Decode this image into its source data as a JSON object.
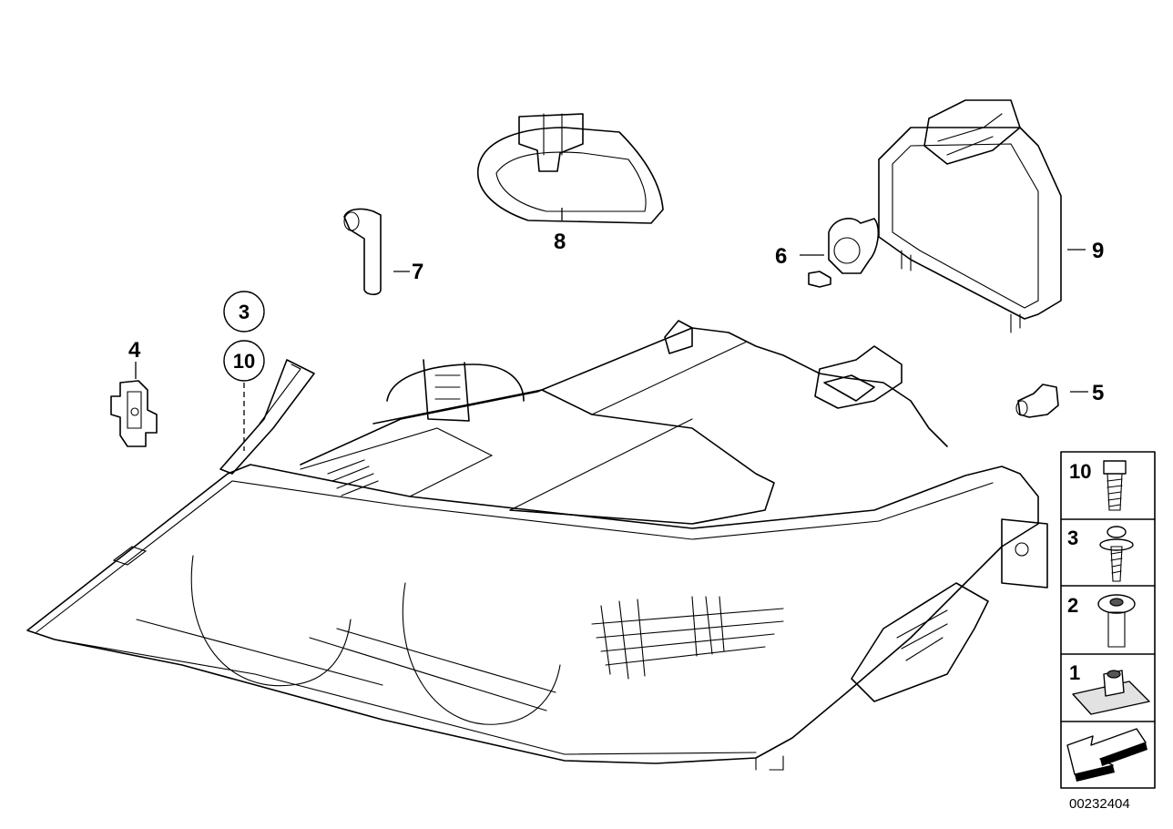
{
  "callouts": {
    "c3": "3",
    "c10": "10",
    "c4": "4",
    "c5": "5",
    "c6": "6",
    "c7": "7",
    "c8": "8",
    "c9": "9"
  },
  "legend": {
    "items": [
      {
        "number": "10",
        "part": "expanding-rivet-icon"
      },
      {
        "number": "3",
        "part": "screw-with-washer-icon"
      },
      {
        "number": "2",
        "part": "collar-screw-icon"
      },
      {
        "number": "1",
        "part": "clip-nut-icon"
      }
    ],
    "direction_arrow": "arrow-icon"
  },
  "diagram_id": "00232404"
}
